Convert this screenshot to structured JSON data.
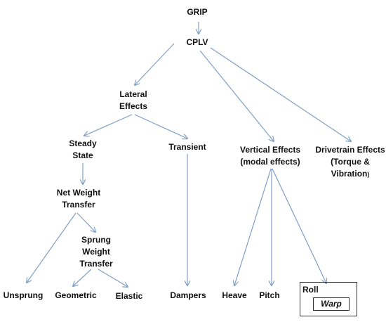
{
  "nodes": {
    "grip": "GRIP",
    "cplv": "CPLV",
    "lateral": [
      "Lateral",
      "Effects"
    ],
    "steady": [
      "Steady",
      "State"
    ],
    "transient": "Transient",
    "vertical": [
      "Vertical Effects",
      "(modal effects)"
    ],
    "drivetrain": [
      "Drivetrain Effects",
      "(Torque &",
      "Vibration",
      ")"
    ],
    "net_weight": [
      "Net Weight",
      "Transfer"
    ],
    "sprung": [
      "Sprung",
      "Weight",
      "Transfer"
    ],
    "unsprung": "Unsprung",
    "geometric": "Geometric",
    "elastic": "Elastic",
    "dampers": "Dampers",
    "heave": "Heave",
    "pitch": "Pitch",
    "roll": "Roll",
    "warp": "Warp"
  },
  "edges": [
    [
      "grip",
      "cplv"
    ],
    [
      "cplv",
      "lateral"
    ],
    [
      "cplv",
      "vertical"
    ],
    [
      "cplv",
      "drivetrain"
    ],
    [
      "lateral",
      "steady"
    ],
    [
      "lateral",
      "transient"
    ],
    [
      "steady",
      "net_weight"
    ],
    [
      "net_weight",
      "unsprung"
    ],
    [
      "net_weight",
      "sprung"
    ],
    [
      "sprung",
      "geometric"
    ],
    [
      "sprung",
      "elastic"
    ],
    [
      "transient",
      "dampers"
    ],
    [
      "vertical",
      "heave"
    ],
    [
      "vertical",
      "pitch"
    ],
    [
      "vertical",
      "roll"
    ]
  ],
  "colors": {
    "arrow": "#7f9fc6",
    "text": "#111111",
    "box_border": "#333333"
  }
}
